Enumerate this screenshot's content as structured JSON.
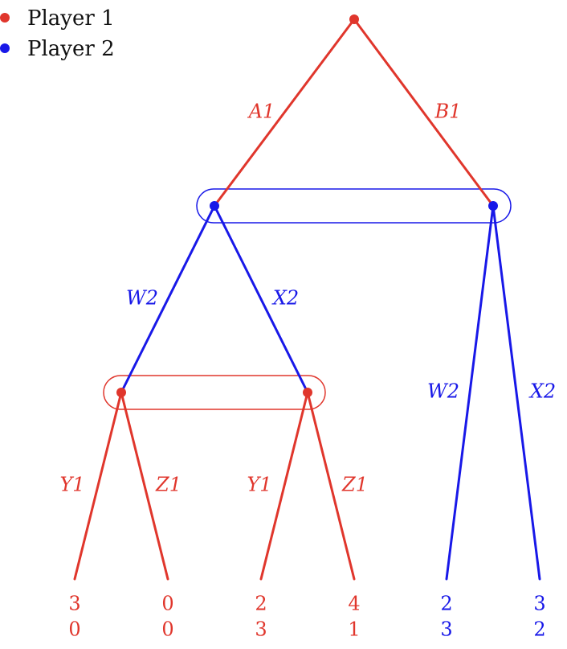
{
  "colors": {
    "player1": "#e0362c",
    "player2": "#1818e8"
  },
  "legend": [
    {
      "name": "Player 1",
      "color": "player1"
    },
    {
      "name": "Player 2",
      "color": "player2"
    }
  ],
  "nodes": {
    "root": {
      "player": 1
    },
    "p2_left": {
      "player": 2
    },
    "p2_right": {
      "player": 2
    },
    "p1_left": {
      "player": 1
    },
    "p1_right": {
      "player": 1
    }
  },
  "edges": [
    {
      "from": "root",
      "to": "p2_left",
      "label": "A1",
      "color": "player1"
    },
    {
      "from": "root",
      "to": "p2_right",
      "label": "B1",
      "color": "player1"
    },
    {
      "from": "p2_left",
      "to": "p1_left",
      "label": "W2",
      "color": "player2"
    },
    {
      "from": "p2_left",
      "to": "p1_right",
      "label": "X2",
      "color": "player2"
    },
    {
      "from": "p2_right",
      "to": "leaf5",
      "label": "W2",
      "color": "player2"
    },
    {
      "from": "p2_right",
      "to": "leaf6",
      "label": "X2",
      "color": "player2"
    },
    {
      "from": "p1_left",
      "to": "leaf1",
      "label": "Y1",
      "color": "player1"
    },
    {
      "from": "p1_left",
      "to": "leaf2",
      "label": "Z1",
      "color": "player1"
    },
    {
      "from": "p1_right",
      "to": "leaf3",
      "label": "Y1",
      "color": "player1"
    },
    {
      "from": "p1_right",
      "to": "leaf4",
      "label": "Z1",
      "color": "player1"
    }
  ],
  "information_sets": [
    {
      "nodes": [
        "p2_left",
        "p2_right"
      ],
      "color": "player2"
    },
    {
      "nodes": [
        "p1_left",
        "p1_right"
      ],
      "color": "player1"
    }
  ],
  "payoffs": [
    {
      "leaf": "leaf1",
      "p1": "3",
      "p2": "0",
      "color": "player1"
    },
    {
      "leaf": "leaf2",
      "p1": "0",
      "p2": "0",
      "color": "player1"
    },
    {
      "leaf": "leaf3",
      "p1": "2",
      "p2": "3",
      "color": "player1"
    },
    {
      "leaf": "leaf4",
      "p1": "4",
      "p2": "1",
      "color": "player1"
    },
    {
      "leaf": "leaf5",
      "p1": "2",
      "p2": "3",
      "color": "player2"
    },
    {
      "leaf": "leaf6",
      "p1": "3",
      "p2": "2",
      "color": "player2"
    }
  ]
}
